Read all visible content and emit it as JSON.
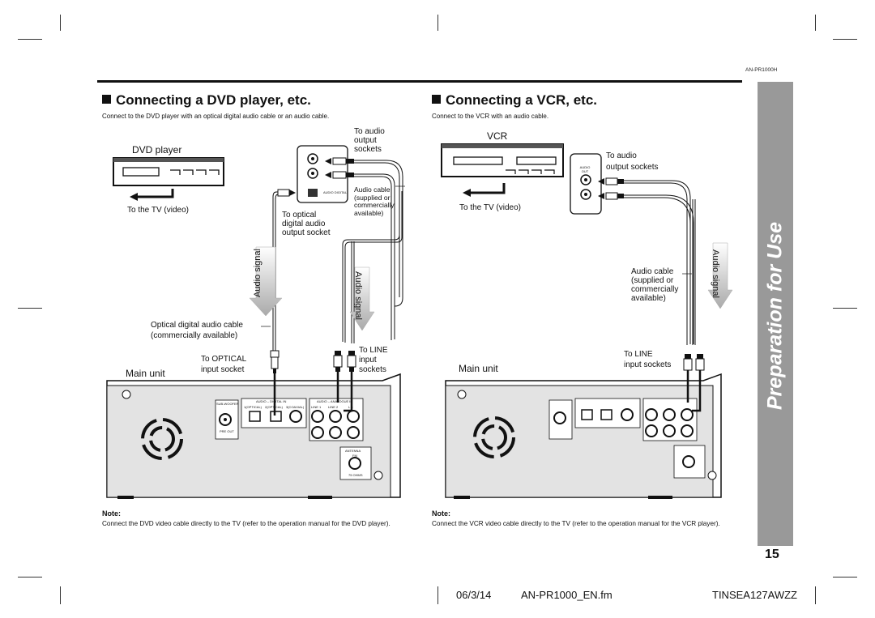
{
  "header": {
    "model_code": "AN-PR1000H"
  },
  "side_tab": {
    "text": "Preparation for Use"
  },
  "left": {
    "heading": "Connecting a DVD player, etc.",
    "intro": "Connect to the DVD player with an optical digital audio cable or an audio cable.",
    "device_label": "DVD player",
    "to_tv": "To the TV (video)",
    "audio_output": [
      "To audio",
      "output",
      "sockets"
    ],
    "audio_cable": [
      "Audio cable",
      "(supplied or",
      "commercially",
      "available)"
    ],
    "optical_socket": [
      "To optical",
      "digital audio",
      "output socket"
    ],
    "signal_left": "Audio signal",
    "signal_right": "Audio signal",
    "optical_cable": [
      "Optical digital audio cable",
      "(commercially available)"
    ],
    "to_optical": [
      "To OPTICAL",
      "input socket"
    ],
    "to_line": [
      "To LINE",
      "input",
      "sockets"
    ],
    "main_unit": "Main unit",
    "note_title": "Note:",
    "note_text": "Connect the DVD video cable directly to the TV (refer to the operation manual for the DVD player).",
    "panel": {
      "sub_woofer": "SUB-WOOFER",
      "pre_out": "PRE OUT",
      "audio_digital": "AUDIO – DIGITAL IN",
      "optical1": "1(OPTICAL)",
      "optical2": "2(OPTICAL)",
      "coaxial": "3(COAXIAL)",
      "audio_analogue": "AUDIO – ANALOGUE IN",
      "line1": "LINE 1",
      "line2": "LINE 2",
      "line3": "L 3",
      "antenna": "ANTENNA",
      "fm": "FM",
      "ohms": "75 OHMS",
      "digital_tag": "AUDIO DIGITAL"
    }
  },
  "right": {
    "heading": "Connecting a VCR, etc.",
    "intro": "Connect to the VCR with an audio cable.",
    "device_label": "VCR",
    "to_tv": "To the TV (video)",
    "audio_output": [
      "To audio",
      "output sockets"
    ],
    "audio_cable": [
      "Audio cable",
      "(supplied or",
      "commercially",
      "available)"
    ],
    "signal": "Audio signal",
    "to_line": [
      "To LINE",
      "input sockets"
    ],
    "main_unit": "Main unit",
    "note_title": "Note:",
    "note_text": "Connect the VCR video cable directly to the TV (refer to the operation manual for the VCR player).",
    "out_tag": "AUDIO OUT"
  },
  "page_number": "15",
  "footer": {
    "date": "06/3/14",
    "file": "AN-PR1000_EN.fm",
    "code": "TINSEA127AWZZ"
  }
}
